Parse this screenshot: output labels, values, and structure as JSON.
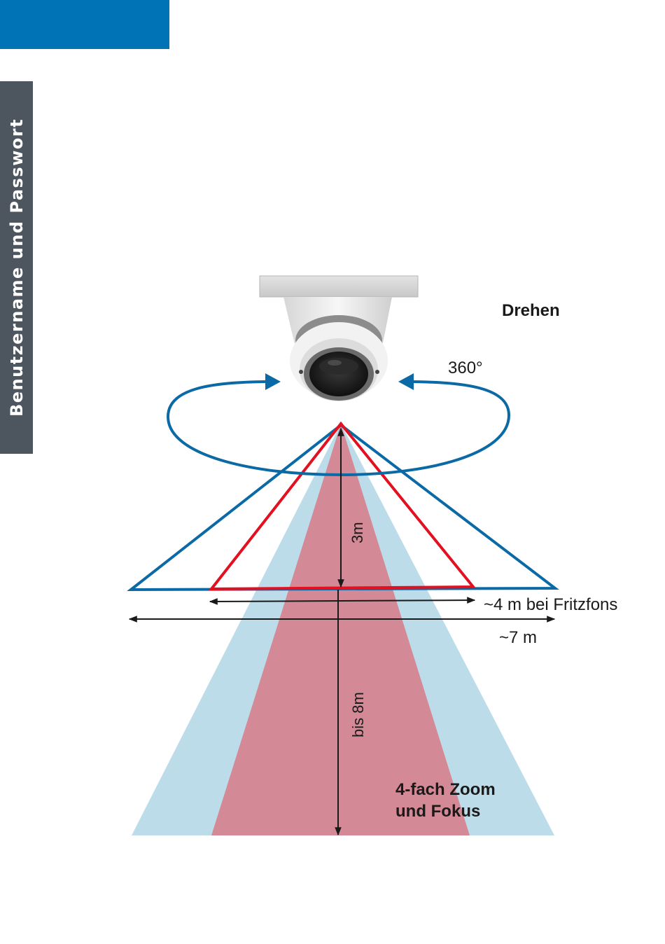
{
  "sidebar": {
    "label": "Benutzername und Passwort"
  },
  "diagram": {
    "rotate_title": "Drehen",
    "rotate_angle": "360°",
    "height_label": "3m",
    "width_fritz_label": "~4 m bei Fritzfons",
    "width_max_label": "~7 m",
    "range_label": "bis 8m",
    "zoom_line1": "4-fach Zoom",
    "zoom_line2": "und Fokus"
  },
  "colors": {
    "brand_blue": "#0073b7",
    "sidebar_gray": "#4d565e",
    "fov_light_blue": "#bddcea",
    "fov_red_fill": "#d48a96",
    "outline_red": "#e3101f",
    "outline_blue": "#0b6aa6"
  }
}
